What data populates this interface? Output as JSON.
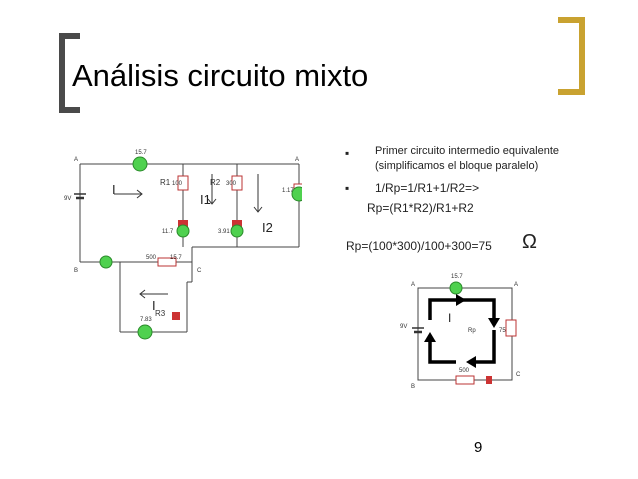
{
  "slide": {
    "title": "Análisis circuito mixto",
    "bullets": [
      {
        "line1": "Primer circuito intermedio equivalente",
        "line2": "(simplificamos el bloque paralelo)"
      },
      {
        "line1": "1/Rp=1/R1+1/R2=>",
        "line2": "Rp=(R1*R2)/R1+R2"
      }
    ],
    "formula": "Rp=(100*300)/100+300=75",
    "omega": "Ω",
    "page_number": "9",
    "bullet_glyph": "▪"
  },
  "circuit1": {
    "nodes": {
      "A": "A",
      "B": "B",
      "C": "C"
    },
    "source": "9V",
    "top_meter": "15.7",
    "r1_label": "R1",
    "r1_value": "100",
    "r2_label": "R2",
    "r2_value": "300",
    "meter_right": "1.17",
    "meter_r1": "11.7",
    "meter_r2": "3.91",
    "i1": "I1",
    "i2": "I2",
    "i_main": "I",
    "bottom_meter": "15.7",
    "r500": "500",
    "r3_label": "R3",
    "meter_bottom": "7.83",
    "i_bottom": "I"
  },
  "circuit2": {
    "nodes": {
      "A": "A",
      "B": "B",
      "C": "C"
    },
    "top_meter": "15.7",
    "source": "9V",
    "rp": "Rp",
    "r75": "75",
    "r500": "500",
    "i": "I"
  }
}
